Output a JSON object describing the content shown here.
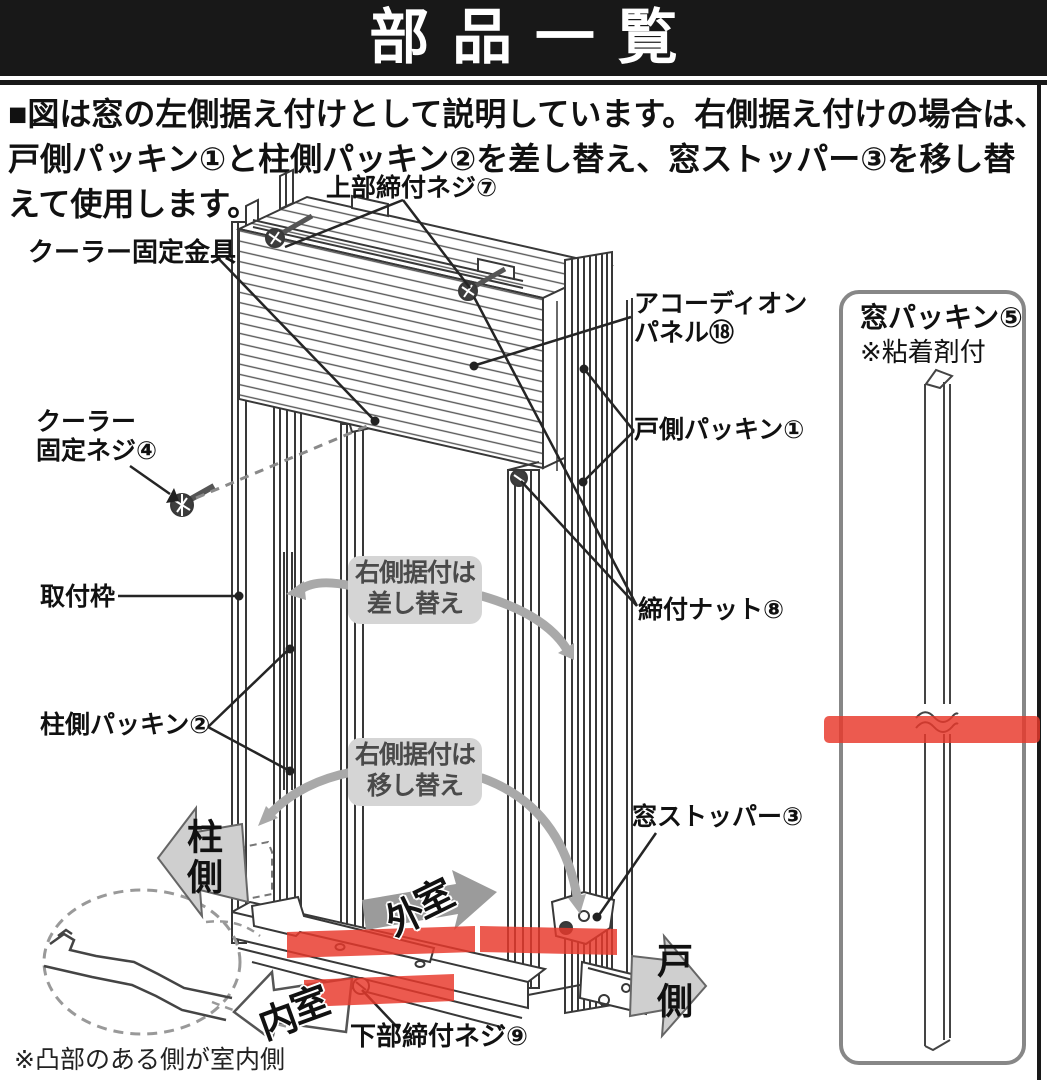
{
  "page": {
    "title": "部品一覧"
  },
  "intro": {
    "line1": "■図は窓の左側据え付けとして説明しています。右側据え付けの場合は、",
    "line2": "戸側パッキン①と柱側パッキン②を差し替え、窓ストッパー③を移し替",
    "line3": "えて使用します。"
  },
  "diagram": {
    "labels": {
      "upper_screw": "上部締付ネジ⑦",
      "cooler_bracket": "クーラー固定金具",
      "cooler_screw_line1": "クーラー",
      "cooler_screw_line2": "固定ネジ④",
      "accordion_line1": "アコーディオン",
      "accordion_line2": "パネル⑱",
      "door_packing": "戸側パッキン①",
      "mounting_frame": "取付枠",
      "tightening_nut": "締付ナット⑧",
      "pillar_packing": "柱側パッキン②",
      "window_stopper": "窓ストッパー③",
      "lower_screw": "下部締付ネジ⑨",
      "footnote": "※凸部のある側が室内側"
    },
    "callouts": {
      "swap_line1": "右側据付は",
      "swap_line2": "差し替え",
      "move_line1": "右側据付は",
      "move_line2": "移し替え"
    },
    "direction_arrows": {
      "pillar_side": "柱側",
      "door_side": "戸側",
      "outdoor_char1": "外",
      "outdoor_char2": "室",
      "indoor_char1": "内",
      "indoor_char2": "室"
    }
  },
  "side_panel": {
    "title": "窓パッキン⑤",
    "note": "※粘着剤付"
  },
  "colors": {
    "highlight_red": "#e8392b",
    "arrow_gray": "#a9a9a9",
    "callout_bg": "#d5d5d5",
    "header_bg": "#181818"
  }
}
